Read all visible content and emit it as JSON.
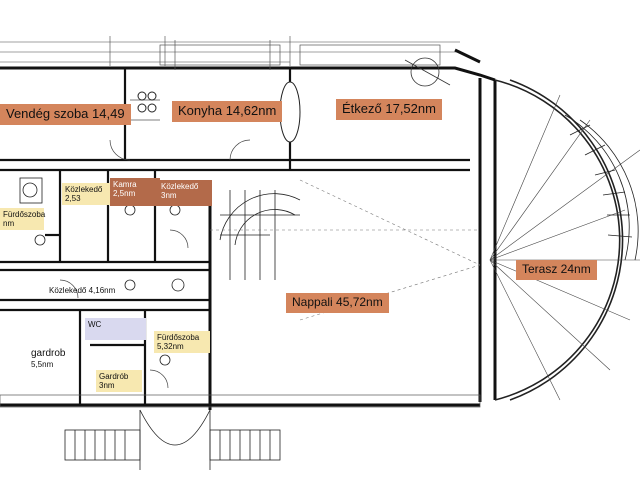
{
  "rooms": {
    "vendeg": "Vendég szoba 14,49",
    "konyha": "Konyha 14,62nm",
    "etkezo": "Étkező 17,52nm",
    "kozlekedo1_name": "Közlekedő",
    "kozlekedo1_area": "2,53",
    "kamra_name": "Kamra",
    "kamra_area": "2,5nm",
    "kozlekedo2_name": "Közlekedő",
    "kozlekedo2_area": "3nm",
    "furdo_name": "Fürdőszoba",
    "furdo_area": "nm",
    "kozlekedo3": "Közlekedő 4,16nm",
    "wc": "WC",
    "gardrob1_name": "gardrob",
    "gardrob1_area": "5,5nm",
    "gardrob2_name": "Gardrób",
    "gardrob2_area": "3nm",
    "furdo2_name": "Fürdőszoba",
    "furdo2_area": "5,32nm",
    "nappali": "Nappali 45,72nm",
    "terasz": "Terasz 24nm"
  },
  "colors": {
    "orange": "#d4855c",
    "brown": "#b36a4a",
    "yellow": "#f7e8b0",
    "lavender": "#d9d9ef"
  }
}
